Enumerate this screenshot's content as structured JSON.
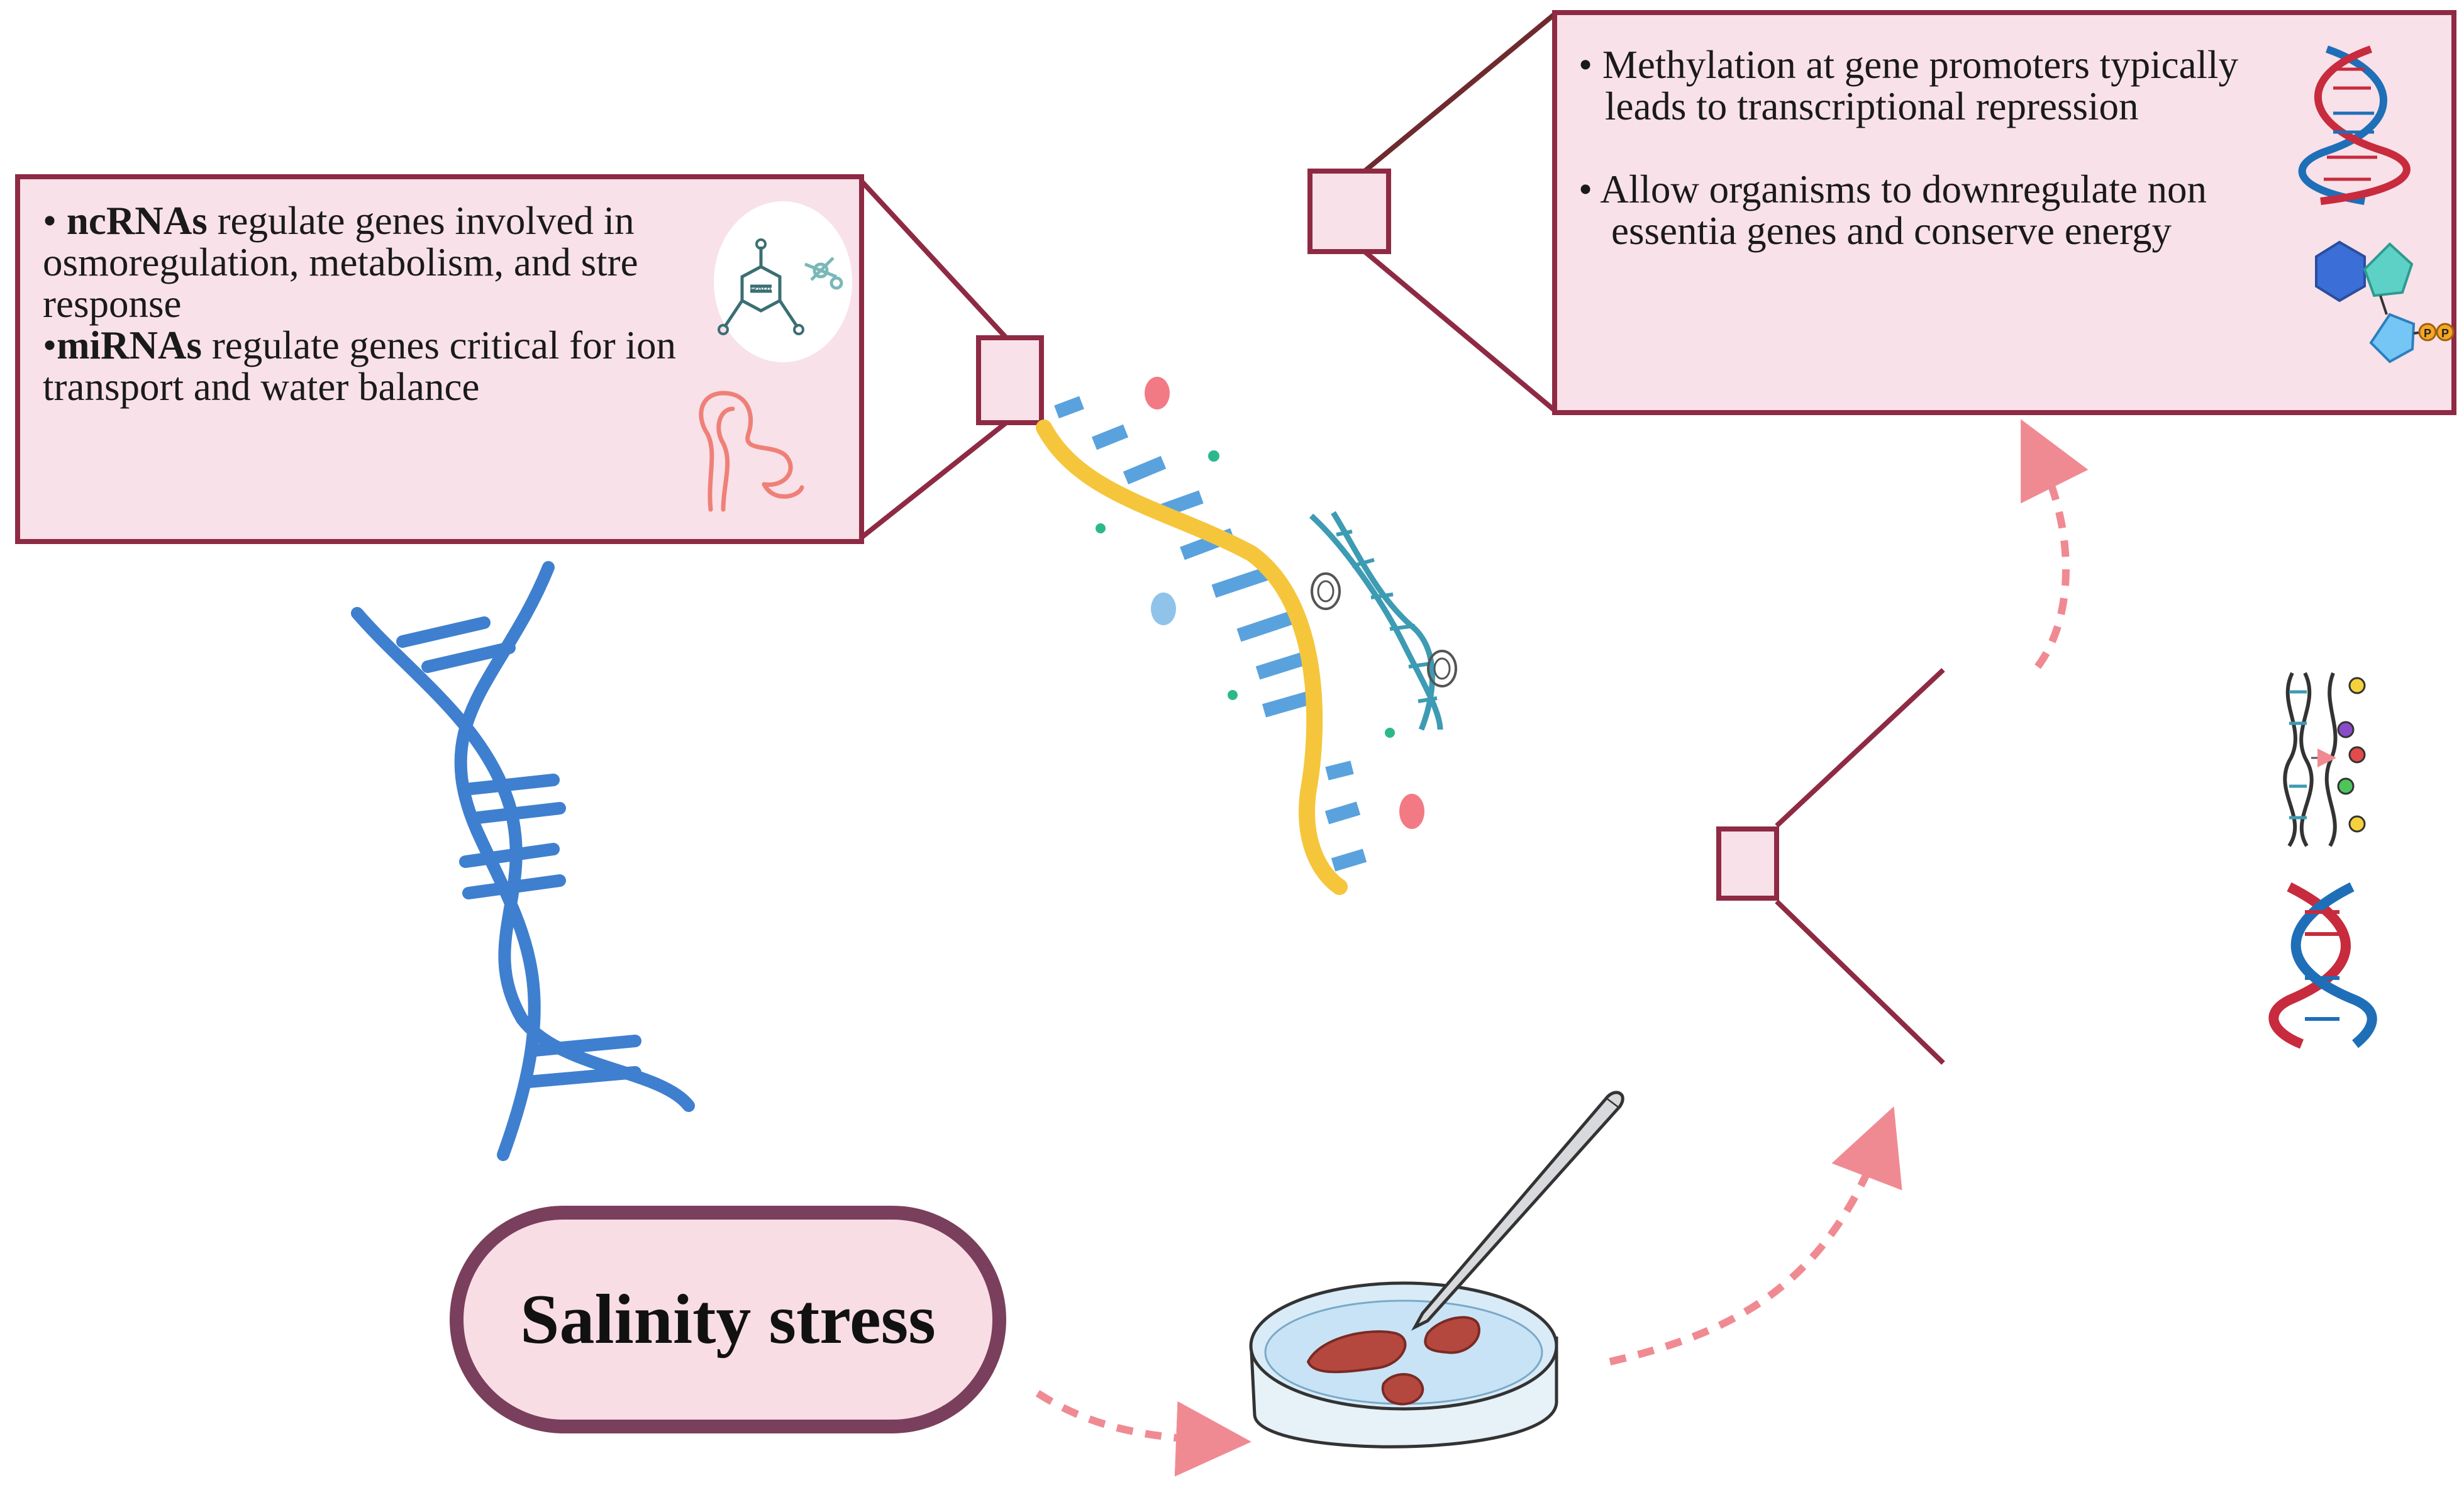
{
  "ncrna_callout": {
    "bullet1_term": "ncRNAs",
    "bullet1_line1": " regulate genes involved in",
    "bullet1_line2": "osmoregulation, metabolism, and stre",
    "bullet1_line3": "response",
    "bullet2_term": "miRNAs",
    "bullet2_line1": " regulate genes critical for ion",
    "bullet2_line2": "transport and water balance",
    "rna_icon_label": "RNA"
  },
  "methylation_callout": {
    "bullet1_line1": "Methylation at gene promoters typically",
    "bullet1_line2": "leads to transcriptional repression",
    "bullet2_line1": "Allow organisms to downregulate non",
    "bullet2_line2": "essentia genes and conserve energy",
    "phosphate_label": "P"
  },
  "salinity": {
    "label": "Salinity stress"
  },
  "colors": {
    "callout_border": "#8e2a44",
    "callout_fill": "#f8e1e8",
    "pill_border": "#7a3f5c",
    "arrow": "#f08a92",
    "dna_blue": "#3f7fcf",
    "rna_yellow": "#f5c63c"
  }
}
